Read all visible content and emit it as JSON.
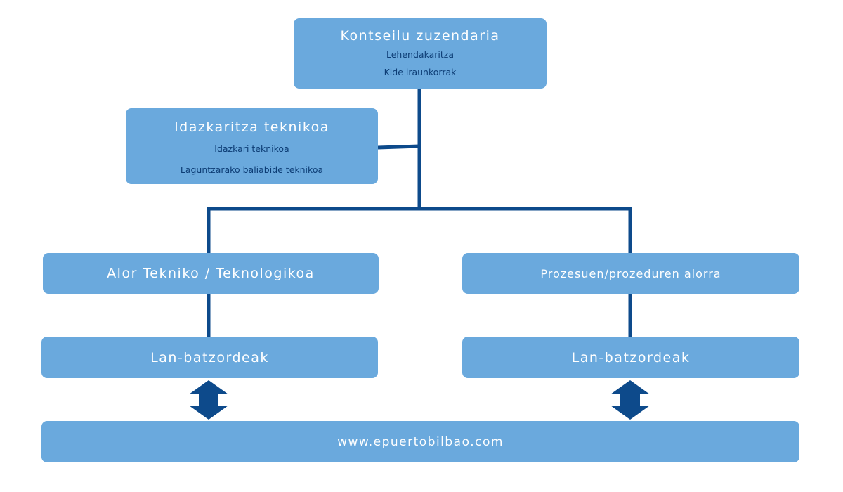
{
  "diagram": {
    "board": {
      "title": "Kontseilu zuzendaria",
      "lines": [
        "Lehendakaritza",
        "Kide iraunkorrak"
      ]
    },
    "secretariat": {
      "title": "Idazkaritza teknikoa",
      "lines": [
        "Idazkari teknikoa",
        "Laguntzarako baliabide teknikoa"
      ]
    },
    "technical_area": {
      "title": "Alor Tekniko / Teknologikoa"
    },
    "process_area": {
      "title": "Prozesuen/prozeduren alorra"
    },
    "committees_left": {
      "title": "Lan-batzordeak"
    },
    "committees_right": {
      "title": "Lan-batzordeak"
    },
    "website": {
      "title": "www.epuertobilbao.com"
    }
  },
  "colors": {
    "box_fill": "#6aa9dd",
    "box_title_text": "#ffffff",
    "box_subtitle_text": "#0d3d75",
    "connector": "#0d4a8b"
  },
  "icons": {
    "two_way_arrow": "double-headed-vertical-arrow"
  }
}
